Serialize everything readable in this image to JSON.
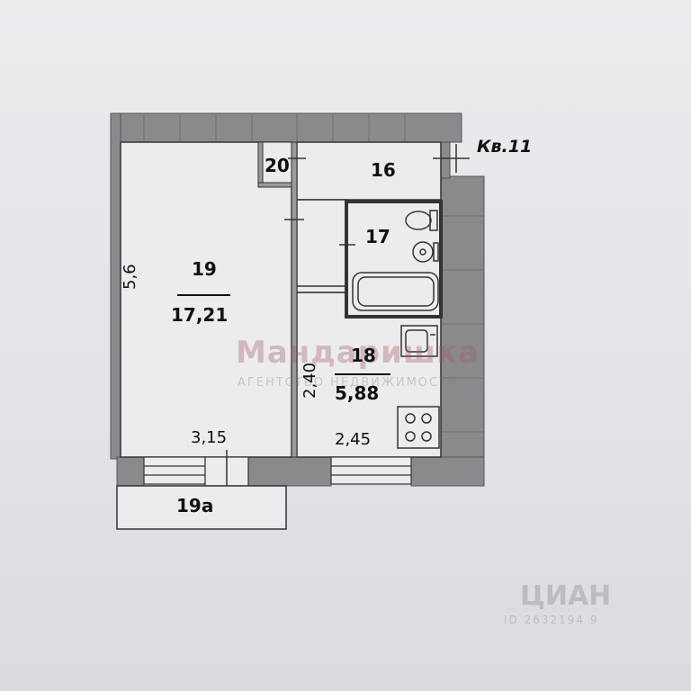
{
  "apartment_label": "Кв.11",
  "rooms": {
    "main_room": {
      "number": "19",
      "area": "17,21",
      "width": "3,15",
      "length": "5,6"
    },
    "corridor": {
      "number": "16"
    },
    "closet": {
      "number": "20"
    },
    "bathroom": {
      "number": "17"
    },
    "kitchen": {
      "number": "18",
      "area": "5,88",
      "width": "2,45",
      "length": "2,40"
    },
    "balcony": {
      "number": "19а"
    }
  },
  "watermark": {
    "main": "Мандаришка",
    "sub": "АГЕНТСТВО НЕДВИЖИМОСТИ"
  },
  "cian": {
    "brand": "ЦИАН",
    "id": "ID 2632194 9"
  },
  "colors": {
    "wall": "#8a898c",
    "wall_dark": "#6f6e72",
    "floor": "#ececef",
    "paper": "#e7e5ea"
  }
}
